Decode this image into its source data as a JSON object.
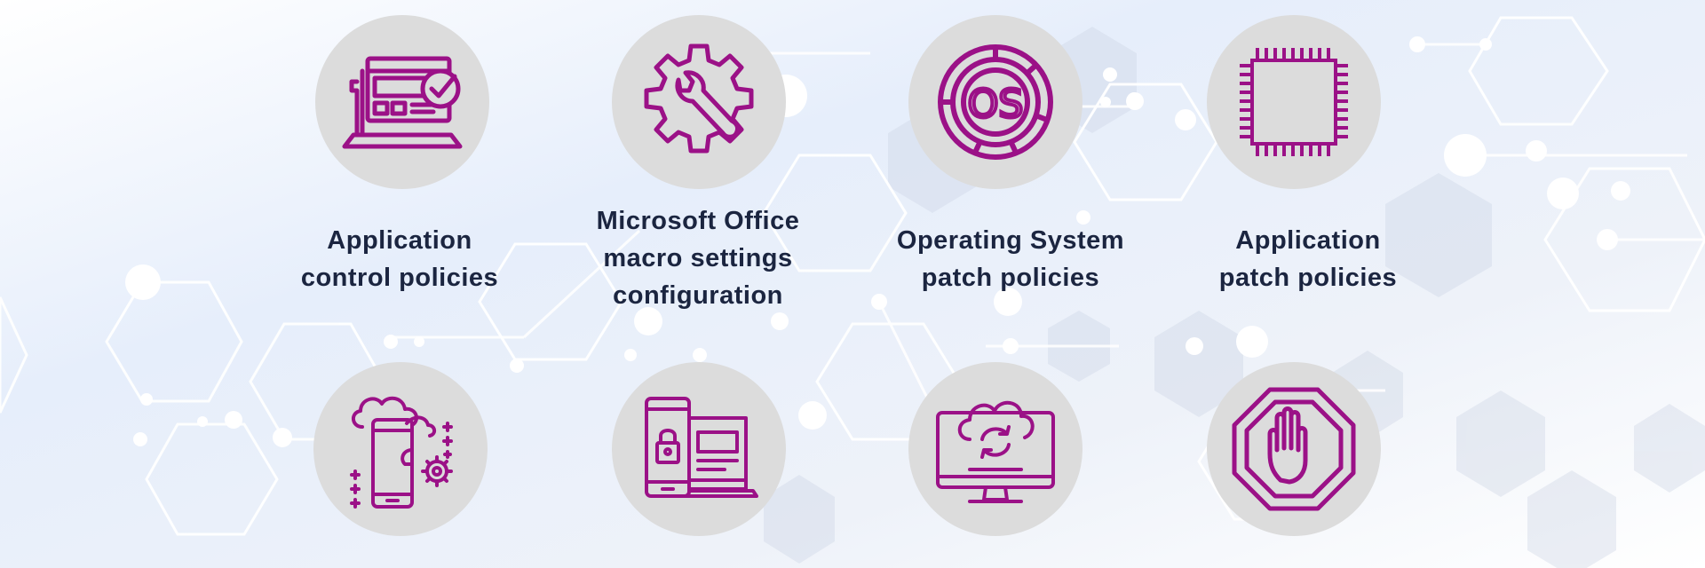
{
  "colors": {
    "icon": "#9b1187",
    "circle": "#dcdcdc",
    "text": "#1b2540",
    "hex_lines": "#ffffff"
  },
  "items": [
    {
      "icon": "laptop-checklist-icon",
      "lines": [
        "Application",
        "control policies"
      ]
    },
    {
      "icon": "gear-wrench-icon",
      "lines": [
        "Microsoft Office",
        "macro settings",
        "configuration"
      ]
    },
    {
      "icon": "os-dial-icon",
      "lines": [
        "Operating System",
        "patch policies"
      ]
    },
    {
      "icon": "microchip-icon",
      "lines": [
        "Application",
        "patch policies"
      ]
    },
    {
      "icon": "mobile-cloud-settings-icon",
      "lines": []
    },
    {
      "icon": "locked-devices-icon",
      "lines": []
    },
    {
      "icon": "cloud-refresh-monitor-icon",
      "lines": []
    },
    {
      "icon": "stop-hand-icon",
      "lines": []
    }
  ]
}
